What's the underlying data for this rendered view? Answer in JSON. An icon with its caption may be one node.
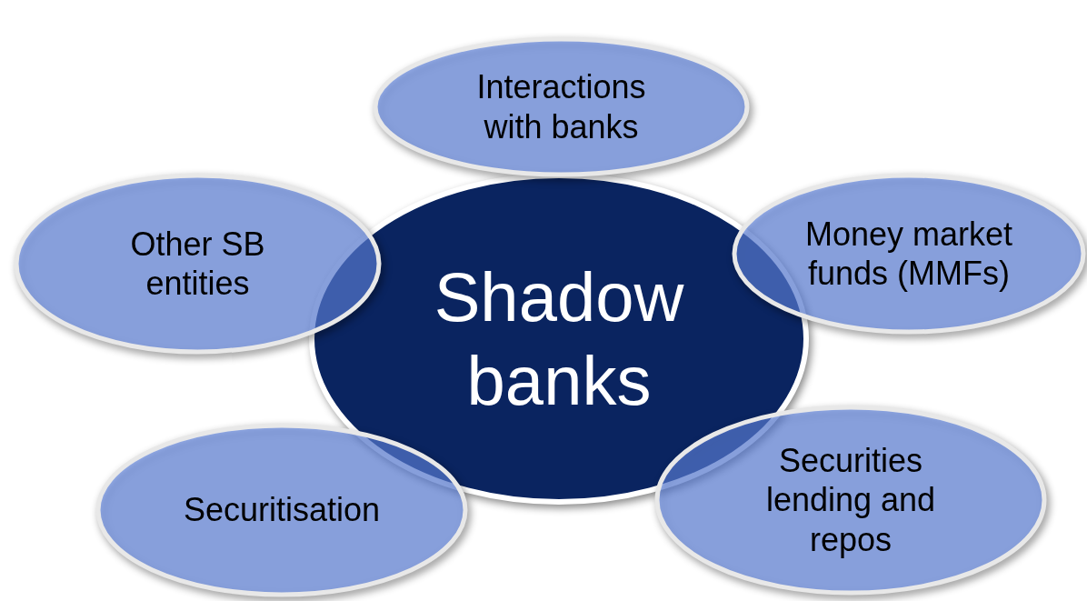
{
  "diagram": {
    "nodes": [
      {
        "text": [
          "Interactions with banks"
        ]
      },
      {
        "text": [
          "Other SB entities"
        ]
      },
      {
        "text": [
          "Money market funds (MMFs)"
        ]
      },
      {
        "text": [
          "Shadow banks"
        ]
      },
      {
        "text": [
          "Securitisation"
        ]
      },
      {
        "text": [
          "Securities lending and repos"
        ]
      }
    ],
    "edges": []
  }
}
